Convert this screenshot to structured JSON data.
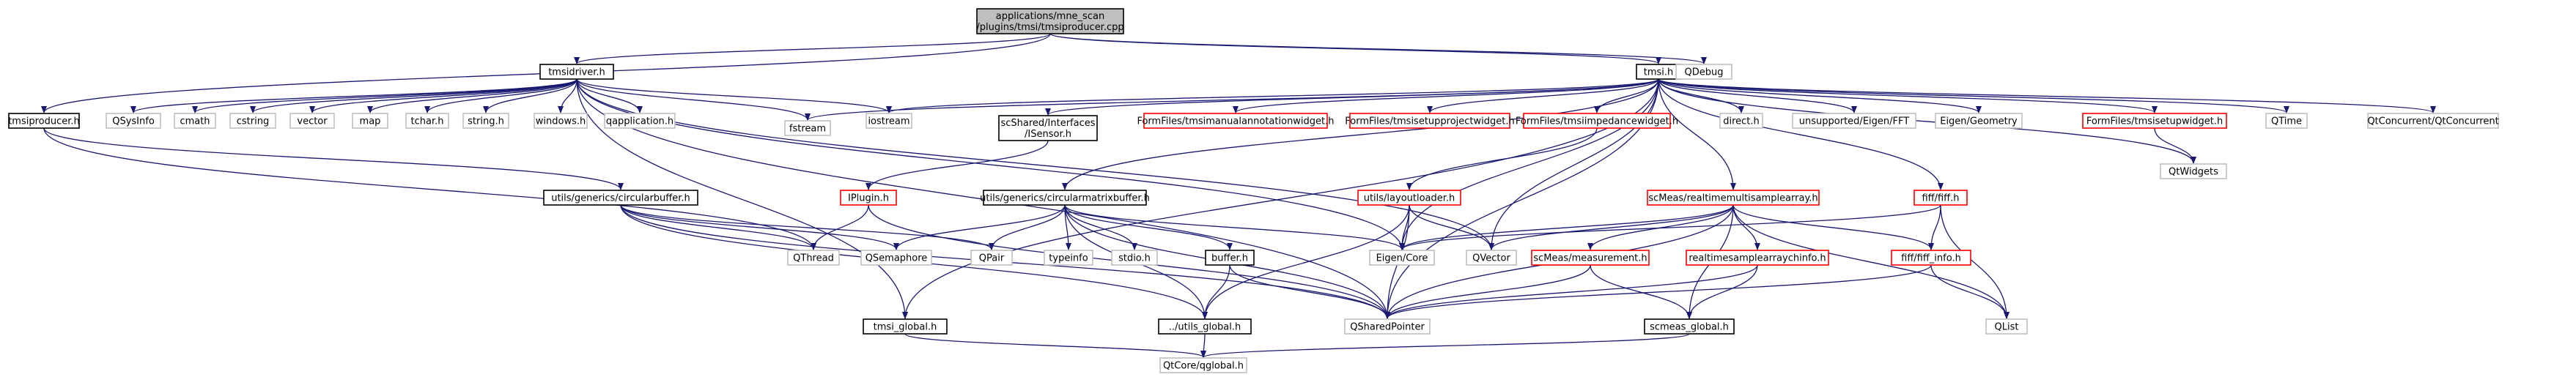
{
  "title": "applications/mne_scan/plugins/tmsi/tmsiproducer.cpp dependency graph",
  "colors": {
    "root_fill": "#bfbfbf",
    "edge": "#191970",
    "border_black": "#000000",
    "border_red": "#ff0000",
    "border_grey": "#bfbfbf"
  },
  "nodes": [
    {
      "id": "root",
      "lines": [
        "applications/mne_scan",
        "/plugins/tmsi/tmsiproducer.cpp"
      ],
      "style": "root"
    },
    {
      "id": "tmsidriver",
      "lines": [
        "tmsidriver.h"
      ],
      "style": "black"
    },
    {
      "id": "tmsi",
      "lines": [
        "tmsi.h"
      ],
      "style": "black"
    },
    {
      "id": "qdebug",
      "lines": [
        "QDebug"
      ],
      "style": "grey"
    },
    {
      "id": "tmsiproducer",
      "lines": [
        "tmsiproducer.h"
      ],
      "style": "black"
    },
    {
      "id": "qsysinfo",
      "lines": [
        "QSysInfo"
      ],
      "style": "grey"
    },
    {
      "id": "cmath",
      "lines": [
        "cmath"
      ],
      "style": "grey"
    },
    {
      "id": "cstring",
      "lines": [
        "cstring"
      ],
      "style": "grey"
    },
    {
      "id": "vector",
      "lines": [
        "vector"
      ],
      "style": "grey"
    },
    {
      "id": "map",
      "lines": [
        "map"
      ],
      "style": "grey"
    },
    {
      "id": "tcharh",
      "lines": [
        "tchar.h"
      ],
      "style": "grey"
    },
    {
      "id": "stringh",
      "lines": [
        "string.h"
      ],
      "style": "grey"
    },
    {
      "id": "windowsh",
      "lines": [
        "windows.h"
      ],
      "style": "grey"
    },
    {
      "id": "qapplicationh",
      "lines": [
        "qapplication.h"
      ],
      "style": "grey"
    },
    {
      "id": "fstream",
      "lines": [
        "fstream"
      ],
      "style": "grey"
    },
    {
      "id": "iostream",
      "lines": [
        "iostream"
      ],
      "style": "grey"
    },
    {
      "id": "isensor",
      "lines": [
        "scShared/Interfaces",
        "/ISensor.h"
      ],
      "style": "black"
    },
    {
      "id": "manualannot",
      "lines": [
        "FormFiles/tmsimanualannotationwidget.h"
      ],
      "style": "red"
    },
    {
      "id": "setupproject",
      "lines": [
        "FormFiles/tmsisetupprojectwidget.h"
      ],
      "style": "red"
    },
    {
      "id": "impedance",
      "lines": [
        "FormFiles/tmsiimpedancewidget.h"
      ],
      "style": "red"
    },
    {
      "id": "directh",
      "lines": [
        "direct.h"
      ],
      "style": "grey"
    },
    {
      "id": "fft",
      "lines": [
        "unsupported/Eigen/FFT"
      ],
      "style": "grey"
    },
    {
      "id": "geometry",
      "lines": [
        "Eigen/Geometry"
      ],
      "style": "grey"
    },
    {
      "id": "setupwidget",
      "lines": [
        "FormFiles/tmsisetupwidget.h"
      ],
      "style": "red"
    },
    {
      "id": "qtime",
      "lines": [
        "QTime"
      ],
      "style": "grey"
    },
    {
      "id": "qtconcurrent",
      "lines": [
        "QtConcurrent/QtConcurrent"
      ],
      "style": "grey"
    },
    {
      "id": "circularbuffer",
      "lines": [
        "utils/generics/circularbuffer.h"
      ],
      "style": "black"
    },
    {
      "id": "iplugin",
      "lines": [
        "IPlugin.h"
      ],
      "style": "red"
    },
    {
      "id": "circularmatrix",
      "lines": [
        "utils/generics/circularmatrixbuffer.h"
      ],
      "style": "black"
    },
    {
      "id": "layoutloader",
      "lines": [
        "utils/layoutloader.h"
      ],
      "style": "red"
    },
    {
      "id": "realtimemulti",
      "lines": [
        "scMeas/realtimemultisamplearray.h"
      ],
      "style": "red"
    },
    {
      "id": "fiffh",
      "lines": [
        "fiff/fiff.h"
      ],
      "style": "red"
    },
    {
      "id": "qtwidgets",
      "lines": [
        "QtWidgets"
      ],
      "style": "grey"
    },
    {
      "id": "qthread",
      "lines": [
        "QThread"
      ],
      "style": "grey"
    },
    {
      "id": "qsemaphore",
      "lines": [
        "QSemaphore"
      ],
      "style": "grey"
    },
    {
      "id": "qpair",
      "lines": [
        "QPair"
      ],
      "style": "grey"
    },
    {
      "id": "typeinfo",
      "lines": [
        "typeinfo"
      ],
      "style": "grey"
    },
    {
      "id": "stdioh",
      "lines": [
        "stdio.h"
      ],
      "style": "grey"
    },
    {
      "id": "bufferh",
      "lines": [
        "buffer.h"
      ],
      "style": "black"
    },
    {
      "id": "eigencore",
      "lines": [
        "Eigen/Core"
      ],
      "style": "grey"
    },
    {
      "id": "qvector",
      "lines": [
        "QVector"
      ],
      "style": "grey"
    },
    {
      "id": "measurement",
      "lines": [
        "scMeas/measurement.h"
      ],
      "style": "red"
    },
    {
      "id": "rtinfo",
      "lines": [
        "realtimesamplearraychinfo.h"
      ],
      "style": "red"
    },
    {
      "id": "fiffinfo",
      "lines": [
        "fiff/fiff_info.h"
      ],
      "style": "red"
    },
    {
      "id": "tmsiglobal",
      "lines": [
        "tmsi_global.h"
      ],
      "style": "black"
    },
    {
      "id": "utilsglobal",
      "lines": [
        "../utils_global.h"
      ],
      "style": "black"
    },
    {
      "id": "qsharedpointer",
      "lines": [
        "QSharedPointer"
      ],
      "style": "grey"
    },
    {
      "id": "scmeasglobal",
      "lines": [
        "scmeas_global.h"
      ],
      "style": "black"
    },
    {
      "id": "qlist",
      "lines": [
        "QList"
      ],
      "style": "grey"
    },
    {
      "id": "qtcoreglobal",
      "lines": [
        "QtCore/qglobal.h"
      ],
      "style": "grey"
    }
  ],
  "edges": [
    [
      "root",
      "tmsidriver"
    ],
    [
      "root",
      "tmsi"
    ],
    [
      "root",
      "qdebug"
    ],
    [
      "root",
      "tmsiproducer"
    ],
    [
      "tmsidriver",
      "qsysinfo"
    ],
    [
      "tmsidriver",
      "cmath"
    ],
    [
      "tmsidriver",
      "cstring"
    ],
    [
      "tmsidriver",
      "vector"
    ],
    [
      "tmsidriver",
      "map"
    ],
    [
      "tmsidriver",
      "tcharh"
    ],
    [
      "tmsidriver",
      "stringh"
    ],
    [
      "tmsidriver",
      "windowsh"
    ],
    [
      "tmsidriver",
      "qapplicationh"
    ],
    [
      "tmsidriver",
      "fstream"
    ],
    [
      "tmsidriver",
      "iostream"
    ],
    [
      "tmsidriver",
      "tmsiglobal"
    ],
    [
      "tmsidriver",
      "qsharedpointer"
    ],
    [
      "tmsidriver",
      "qvector"
    ],
    [
      "tmsidriver",
      "eigencore"
    ],
    [
      "tmsiproducer",
      "circularbuffer"
    ],
    [
      "tmsiproducer",
      "qthread"
    ],
    [
      "tmsi",
      "iostream"
    ],
    [
      "tmsi",
      "fstream"
    ],
    [
      "tmsi",
      "isensor"
    ],
    [
      "tmsi",
      "manualannot"
    ],
    [
      "tmsi",
      "setupproject"
    ],
    [
      "tmsi",
      "impedance"
    ],
    [
      "tmsi",
      "directh"
    ],
    [
      "tmsi",
      "fft"
    ],
    [
      "tmsi",
      "geometry"
    ],
    [
      "tmsi",
      "setupwidget"
    ],
    [
      "tmsi",
      "qtime"
    ],
    [
      "tmsi",
      "qtconcurrent"
    ],
    [
      "tmsi",
      "qtwidgets"
    ],
    [
      "tmsi",
      "circularmatrix"
    ],
    [
      "tmsi",
      "realtimemulti"
    ],
    [
      "tmsi",
      "fiffh"
    ],
    [
      "tmsi",
      "qvector"
    ],
    [
      "tmsi",
      "tmsiglobal"
    ],
    [
      "tmsi",
      "eigencore"
    ],
    [
      "tmsi",
      "qsharedpointer"
    ],
    [
      "isensor",
      "iplugin"
    ],
    [
      "iplugin",
      "qthread"
    ],
    [
      "iplugin",
      "qsharedpointer"
    ],
    [
      "impedance",
      "layoutloader"
    ],
    [
      "setupwidget",
      "qtwidgets"
    ],
    [
      "circularbuffer",
      "qthread"
    ],
    [
      "circularbuffer",
      "qsemaphore"
    ],
    [
      "circularbuffer",
      "qpair"
    ],
    [
      "circularbuffer",
      "utilsglobal"
    ],
    [
      "circularbuffer",
      "qsharedpointer"
    ],
    [
      "circularmatrix",
      "qsemaphore"
    ],
    [
      "circularmatrix",
      "qpair"
    ],
    [
      "circularmatrix",
      "typeinfo"
    ],
    [
      "circularmatrix",
      "stdioh"
    ],
    [
      "circularmatrix",
      "bufferh"
    ],
    [
      "circularmatrix",
      "eigencore"
    ],
    [
      "circularmatrix",
      "utilsglobal"
    ],
    [
      "circularmatrix",
      "qsharedpointer"
    ],
    [
      "bufferh",
      "utilsglobal"
    ],
    [
      "bufferh",
      "qsharedpointer"
    ],
    [
      "layoutloader",
      "eigencore"
    ],
    [
      "layoutloader",
      "qvector"
    ],
    [
      "layoutloader",
      "utilsglobal"
    ],
    [
      "layoutloader",
      "qsharedpointer"
    ],
    [
      "realtimemulti",
      "measurement"
    ],
    [
      "realtimemulti",
      "rtinfo"
    ],
    [
      "realtimemulti",
      "fiffinfo"
    ],
    [
      "realtimemulti",
      "qvector"
    ],
    [
      "realtimemulti",
      "qlist"
    ],
    [
      "realtimemulti",
      "qsharedpointer"
    ],
    [
      "realtimemulti",
      "scmeasglobal"
    ],
    [
      "realtimemulti",
      "eigencore"
    ],
    [
      "fiffh",
      "fiffinfo"
    ],
    [
      "fiffh",
      "qlist"
    ],
    [
      "fiffh",
      "eigencore"
    ],
    [
      "fiffinfo",
      "qlist"
    ],
    [
      "fiffinfo",
      "qsharedpointer"
    ],
    [
      "measurement",
      "scmeasglobal"
    ],
    [
      "measurement",
      "qsharedpointer"
    ],
    [
      "rtinfo",
      "scmeasglobal"
    ],
    [
      "rtinfo",
      "qsharedpointer"
    ],
    [
      "tmsiglobal",
      "qtcoreglobal"
    ],
    [
      "utilsglobal",
      "qtcoreglobal"
    ],
    [
      "scmeasglobal",
      "qtcoreglobal"
    ]
  ]
}
